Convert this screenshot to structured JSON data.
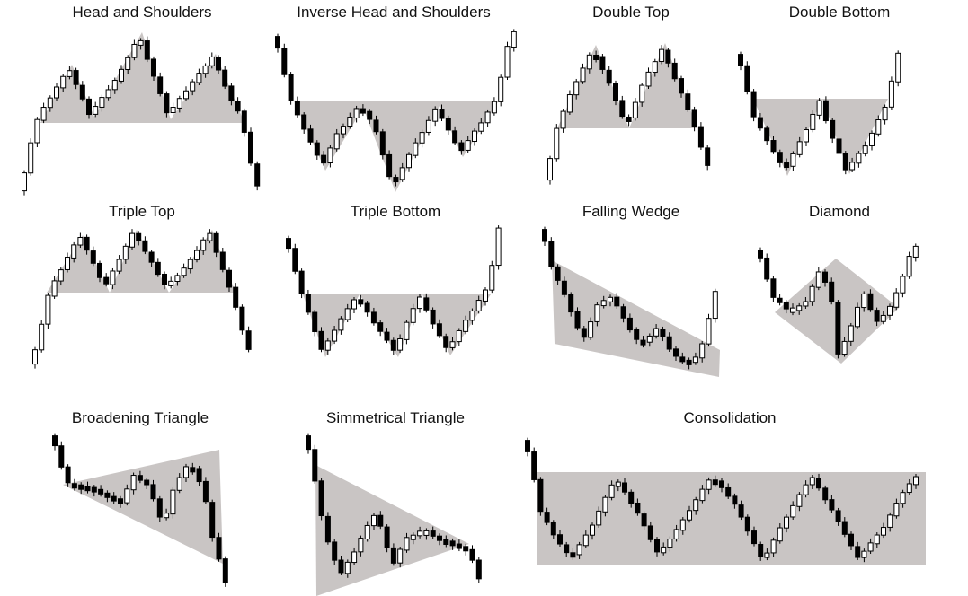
{
  "colors": {
    "fill": "#c9c5c4",
    "ink": "#000000",
    "hollow": "#ffffff"
  },
  "patterns": [
    {
      "id": "head-and-shoulders",
      "title": "Head and Shoulders"
    },
    {
      "id": "inverse-head-and-shoulders",
      "title": "Inverse Head and Shoulders"
    },
    {
      "id": "double-top",
      "title": "Double Top"
    },
    {
      "id": "double-bottom",
      "title": "Double Bottom"
    },
    {
      "id": "triple-top",
      "title": "Triple Top"
    },
    {
      "id": "triple-bottom",
      "title": "Triple Bottom"
    },
    {
      "id": "falling-wedge",
      "title": "Falling Wedge"
    },
    {
      "id": "diamond",
      "title": "Diamond"
    },
    {
      "id": "broadening-triangle",
      "title": "Broadening Triangle"
    },
    {
      "id": "simmetrical-triangle",
      "title": "Simmetrical Triangle"
    },
    {
      "id": "consolidation",
      "title": "Consolidation"
    }
  ]
}
